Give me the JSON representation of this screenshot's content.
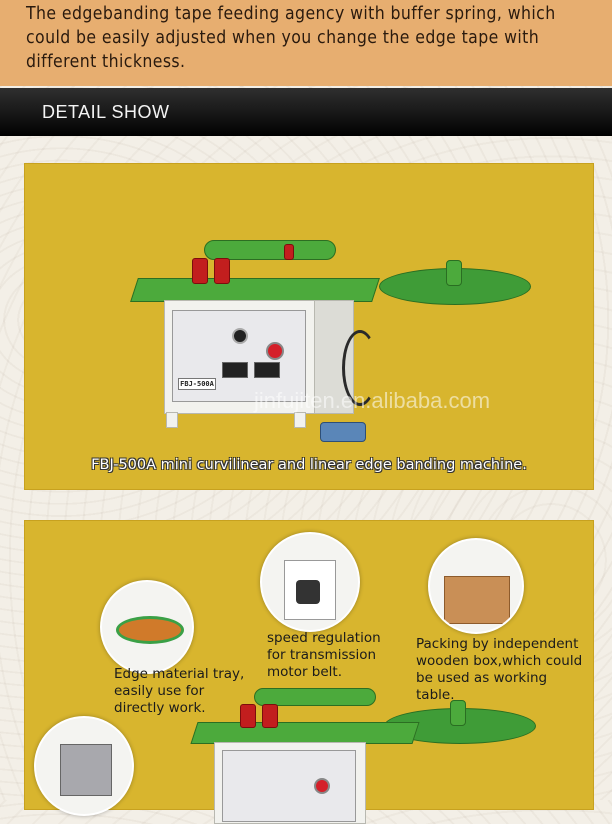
{
  "banner": {
    "text": "The edgebanding tape feeding agency with buffer spring, which could be easily adjusted when you change the edge tape with different thickness."
  },
  "section": {
    "title": "DETAIL SHOW"
  },
  "panel1": {
    "caption": "FBJ-500A mini curvilinear and linear edge banding machine.",
    "watermark": "jinfujiten.en.alibaba.com",
    "plate_text": "FBJ-500A"
  },
  "panel2": {
    "notes": [
      "Edge material tray, easily use for directly work.",
      "speed regulation for transmission motor belt.",
      "Packing by independent wooden box,which could be used as working table."
    ]
  },
  "colors": {
    "banner": "#e7ae70",
    "panel": "#d8b52e",
    "machine_green": "#4caa3c",
    "header_bar": "#141414"
  }
}
